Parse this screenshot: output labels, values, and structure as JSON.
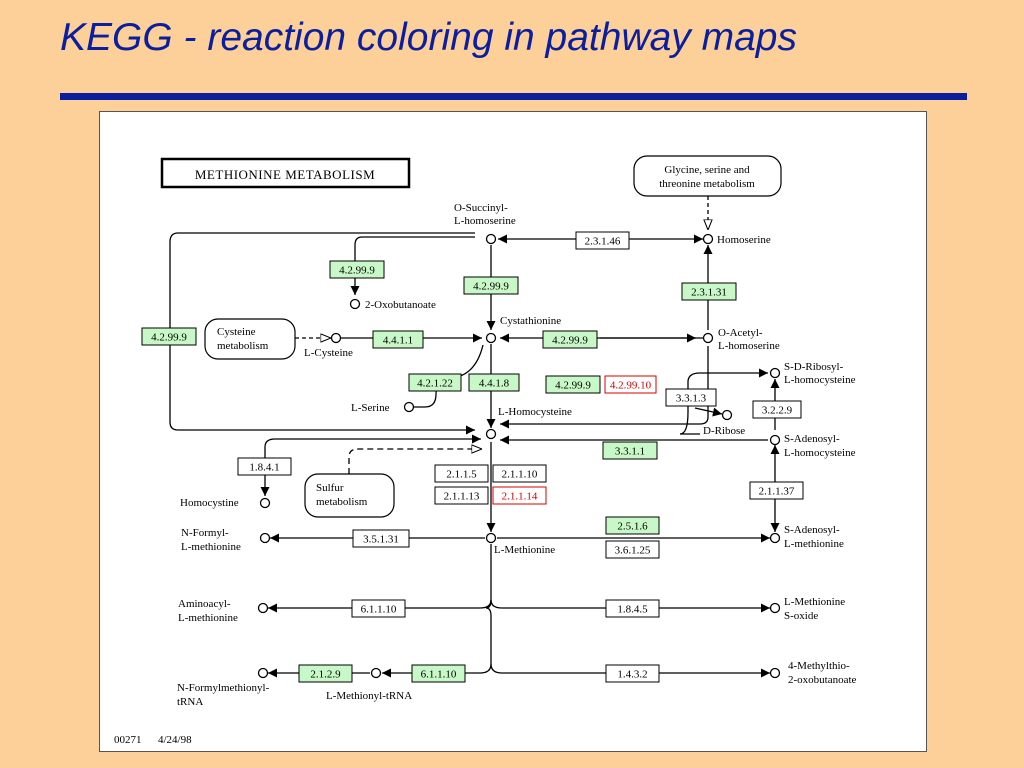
{
  "slide": {
    "title": "KEGG - reaction coloring in pathway maps"
  },
  "map": {
    "title": "METHIONINE METABOLISM",
    "footer_id": "00271",
    "footer_date": "4/24/98",
    "compounds": {
      "succinyl_1": "O-Succinyl-",
      "succinyl_2": "L-homoserine",
      "oxobutanoate": "2-Oxobutanoate",
      "cystathionine": "Cystathionine",
      "cysteine": "L-Cysteine",
      "serine": "L-Serine",
      "homocysteine": "L-Homocysteine",
      "homoserine": "Homoserine",
      "acetyl_1": "O-Acetyl-",
      "acetyl_2": "L-homoserine",
      "sdribosyl_1": "S-D-Ribosyl-",
      "sdribosyl_2": "L-homocysteine",
      "dribose": "D-Ribose",
      "sadenosyl_hc_1": "S-Adenosyl-",
      "sadenosyl_hc_2": "L-homocysteine",
      "homocystine": "Homocystine",
      "methionine": "L-Methionine",
      "formyl_1": "N-Formyl-",
      "formyl_2": "L-methionine",
      "sadenosyl_met_1": "S-Adenosyl-",
      "sadenosyl_met_2": "L-methionine",
      "aminoacyl_1": "Aminoacyl-",
      "aminoacyl_2": "L-methionine",
      "sulfoxide_1": "L-Methionine",
      "sulfoxide_2": "S-oxide",
      "formyltrna_1": "N-Formylmethionyl-",
      "formyltrna_2": "tRNA",
      "methionyltrna": "L-Methionyl-tRNA",
      "methylthio_1": "4-Methylthio-",
      "methylthio_2": "2-oxobutanoate"
    },
    "maps": {
      "glycine_1": "Glycine, serine and",
      "glycine_2": "threonine metabolism",
      "cysteine_1": "Cysteine",
      "cysteine_2": "metabolism",
      "sulfur_1": "Sulfur",
      "sulfur_2": "metabolism"
    },
    "enzymes": {
      "e_2_3_1_46": "2.3.1.46",
      "e_4_2_99_9_a": "4.2.99.9",
      "e_4_2_99_9_b": "4.2.99.9",
      "e_4_2_99_9_left": "4.2.99.9",
      "e_2_3_1_31": "2.3.1.31",
      "e_4_4_1_1": "4.4.1.1",
      "e_4_2_99_9_c": "4.2.99.9",
      "e_4_2_1_22": "4.2.1.22",
      "e_4_4_1_8": "4.4.1.8",
      "e_4_2_99_9_d": "4.2.99.9",
      "e_4_2_99_10": "4.2.99.10",
      "e_3_3_1_3": "3.3.1.3",
      "e_3_2_2_9": "3.2.2.9",
      "e_3_3_1_1": "3.3.1.1",
      "e_1_8_4_1": "1.8.4.1",
      "e_2_1_1_5": "2.1.1.5",
      "e_2_1_1_10": "2.1.1.10",
      "e_2_1_1_13": "2.1.1.13",
      "e_2_1_1_14": "2.1.1.14",
      "e_2_1_1_37": "2.1.1.37",
      "e_3_5_1_31": "3.5.1.31",
      "e_2_5_1_6": "2.5.1.6",
      "e_3_6_1_25": "3.6.1.25",
      "e_6_1_1_10_a": "6.1.1.10",
      "e_1_8_4_5": "1.8.4.5",
      "e_2_1_2_9": "2.1.2.9",
      "e_6_1_1_10_b": "6.1.1.10",
      "e_1_4_3_2": "1.4.3.2"
    }
  },
  "colors": {
    "background": "#fdd09a",
    "title": "#0b1f9e",
    "enzyme_present": "#c8f7c8",
    "enzyme_highlight": "#d40000"
  }
}
